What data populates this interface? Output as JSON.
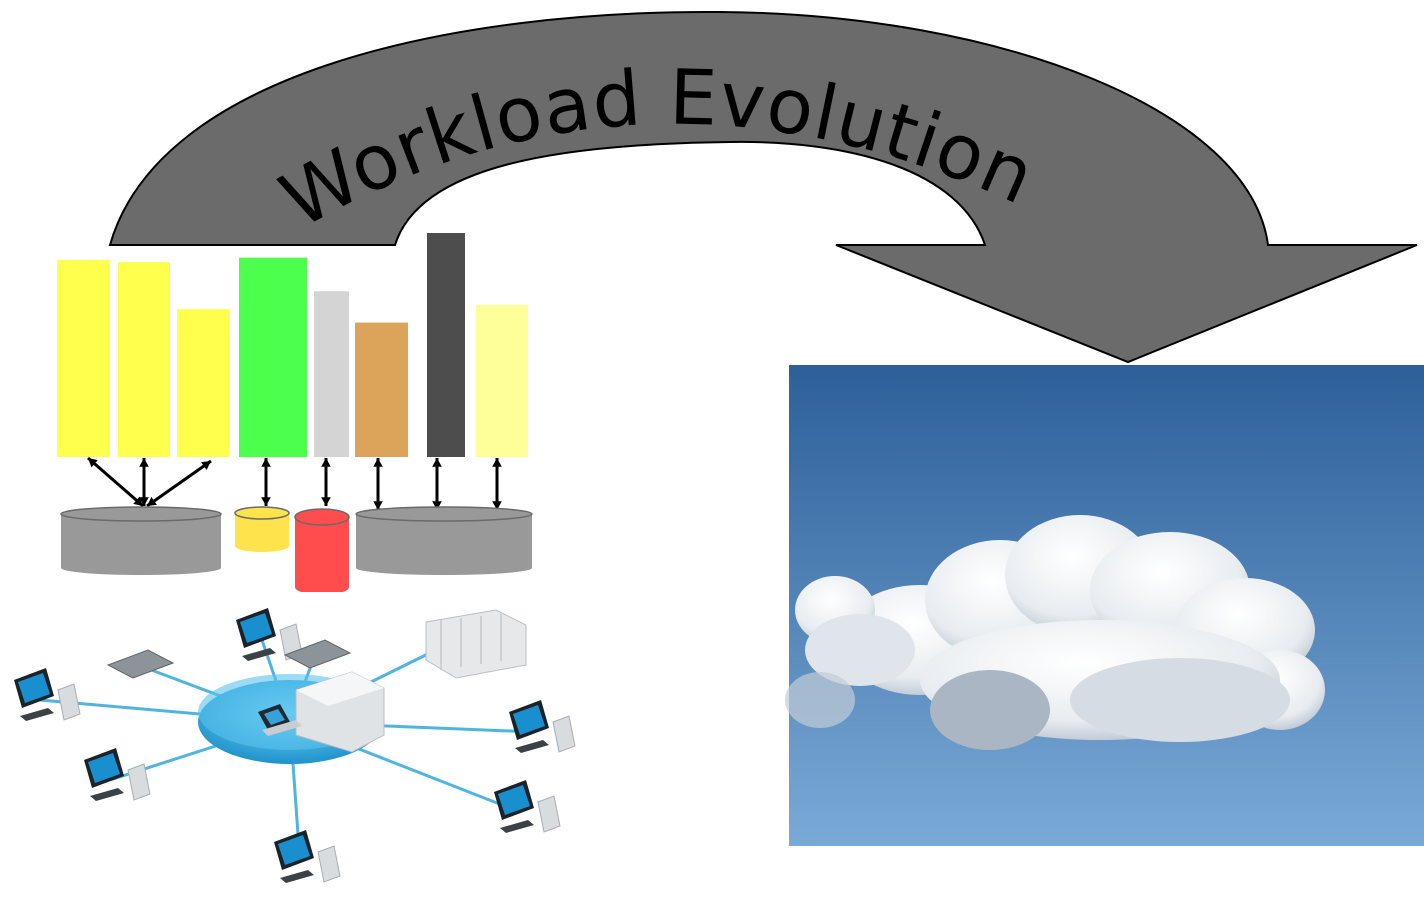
{
  "arrow": {
    "label": "Workload Evolution",
    "fill_color": "#6b6b6b",
    "stroke_color": "#000000"
  },
  "workloads": {
    "colors": [
      "#ffff4d",
      "#ffff4d",
      "#ffff4d",
      "#4dff4d",
      "#d4d4d4",
      "#dba45a",
      "#4d4d4d",
      "#ffff99"
    ],
    "relative_heights": [
      0.88,
      0.87,
      0.66,
      0.89,
      0.74,
      0.6,
      1.0,
      0.68
    ]
  },
  "databases": {
    "colors": [
      "#999999",
      "#ffe34d",
      "#ff4d4d",
      "#999999"
    ]
  },
  "network_image": {
    "hub_color": "#3aaee0",
    "device_icons": [
      "laptop-icon",
      "desktop-computer-icon",
      "server-rack-icon",
      "monitor-icon",
      "tower-pc-icon"
    ]
  },
  "cloud_image": {
    "sky_top_color": "#2d5f9a",
    "sky_bottom_color": "#7aaad6",
    "cloud_color": "#f4f6f8"
  }
}
